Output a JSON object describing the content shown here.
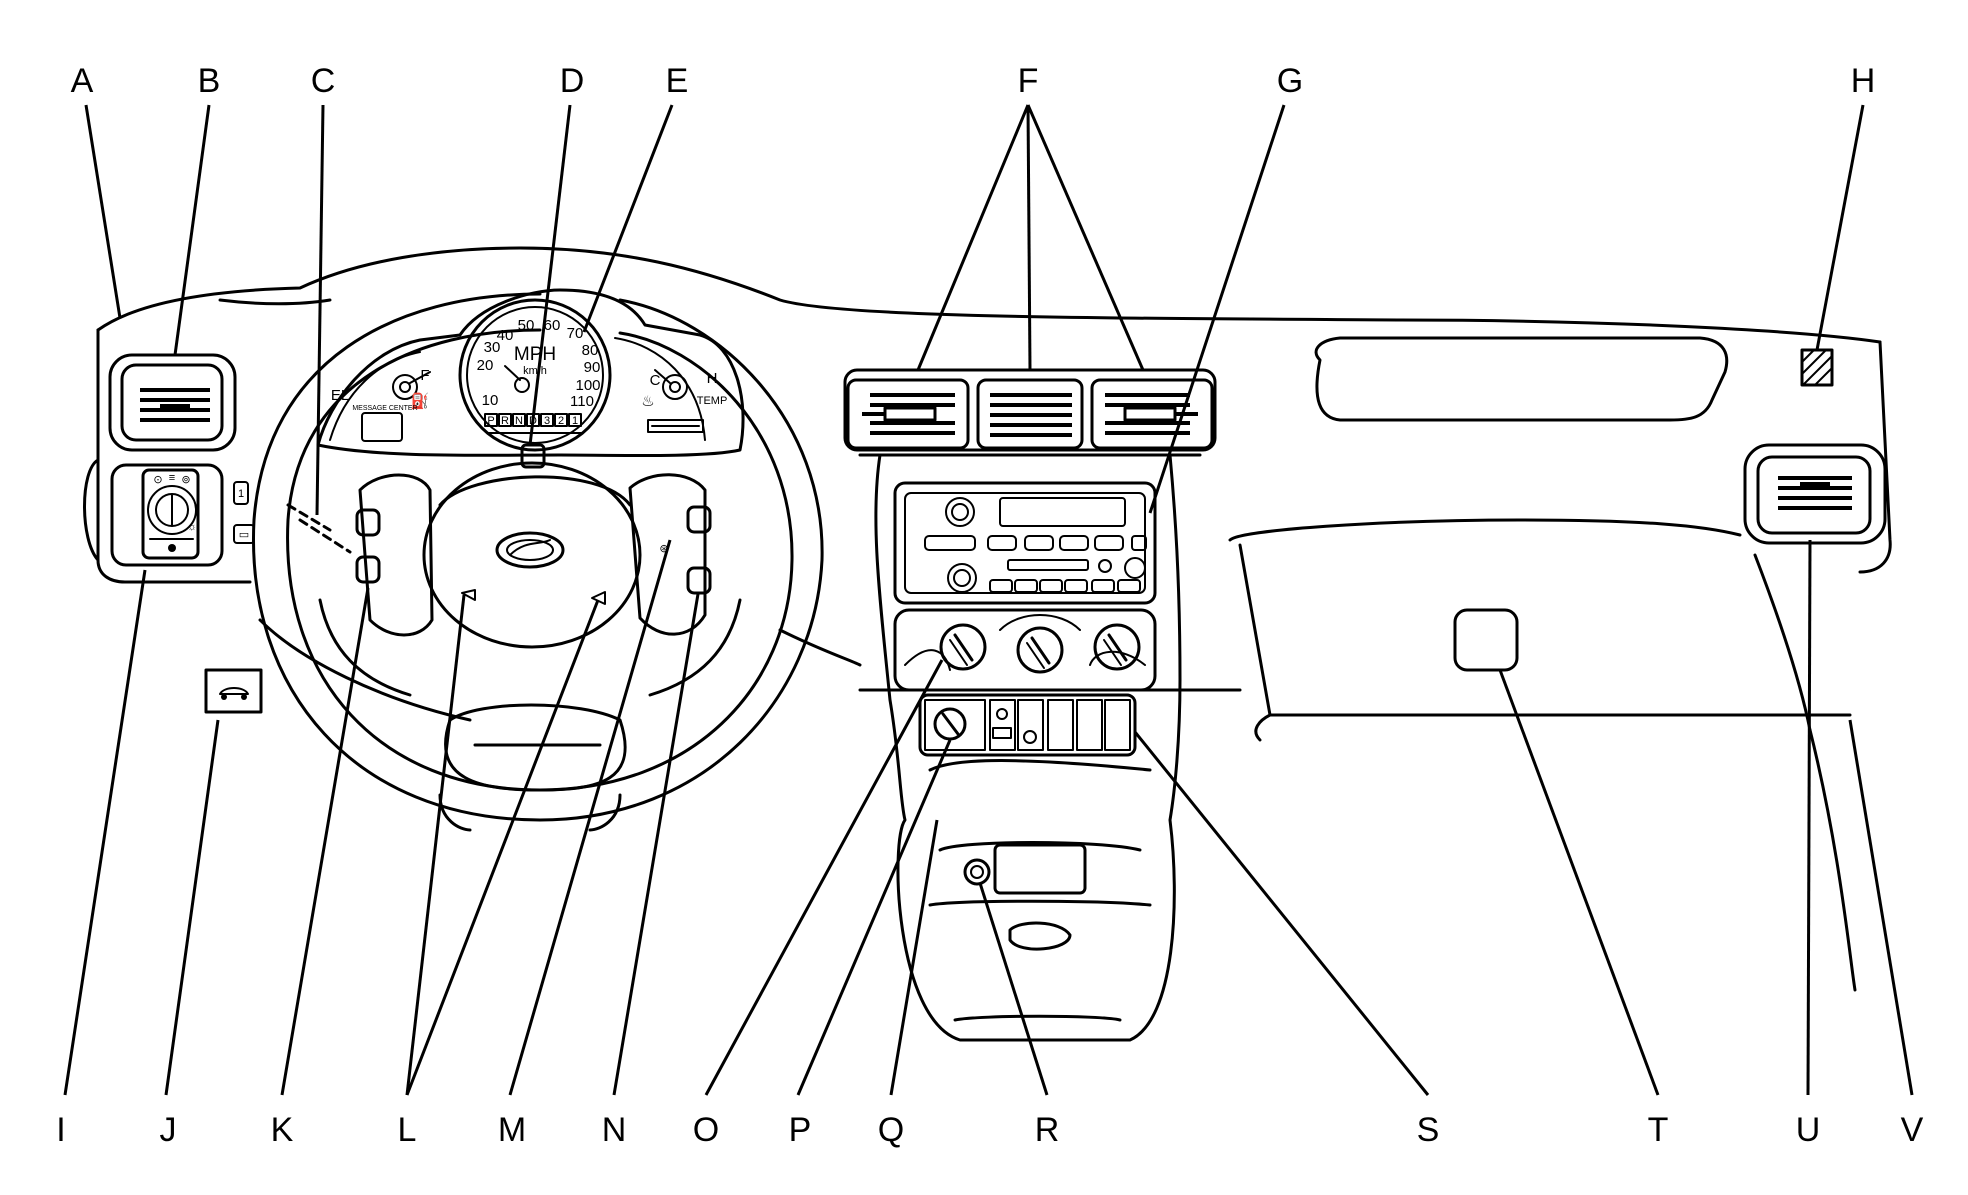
{
  "callouts": [
    "A",
    "B",
    "C",
    "D",
    "E",
    "F",
    "G",
    "H",
    "I",
    "J",
    "K",
    "L",
    "M",
    "N",
    "O",
    "P",
    "Q",
    "R",
    "S",
    "T",
    "U",
    "V"
  ],
  "gauges": {
    "speed_unit": "MPH",
    "speed_unit_sub": "km/h",
    "fuel_empty": "E",
    "fuel_full": "F",
    "fuel_label": "EL",
    "temp_cold": "C",
    "temp_hot": "H",
    "temp_label": "TEMP",
    "speed_marks": [
      "10",
      "20",
      "30",
      "40",
      "50",
      "60",
      "70",
      "80",
      "90",
      "100",
      "110"
    ],
    "gear_letters": [
      "P",
      "R",
      "N",
      "D",
      "3",
      "2",
      "1"
    ],
    "message_center": "MESSAGE CENTER"
  }
}
